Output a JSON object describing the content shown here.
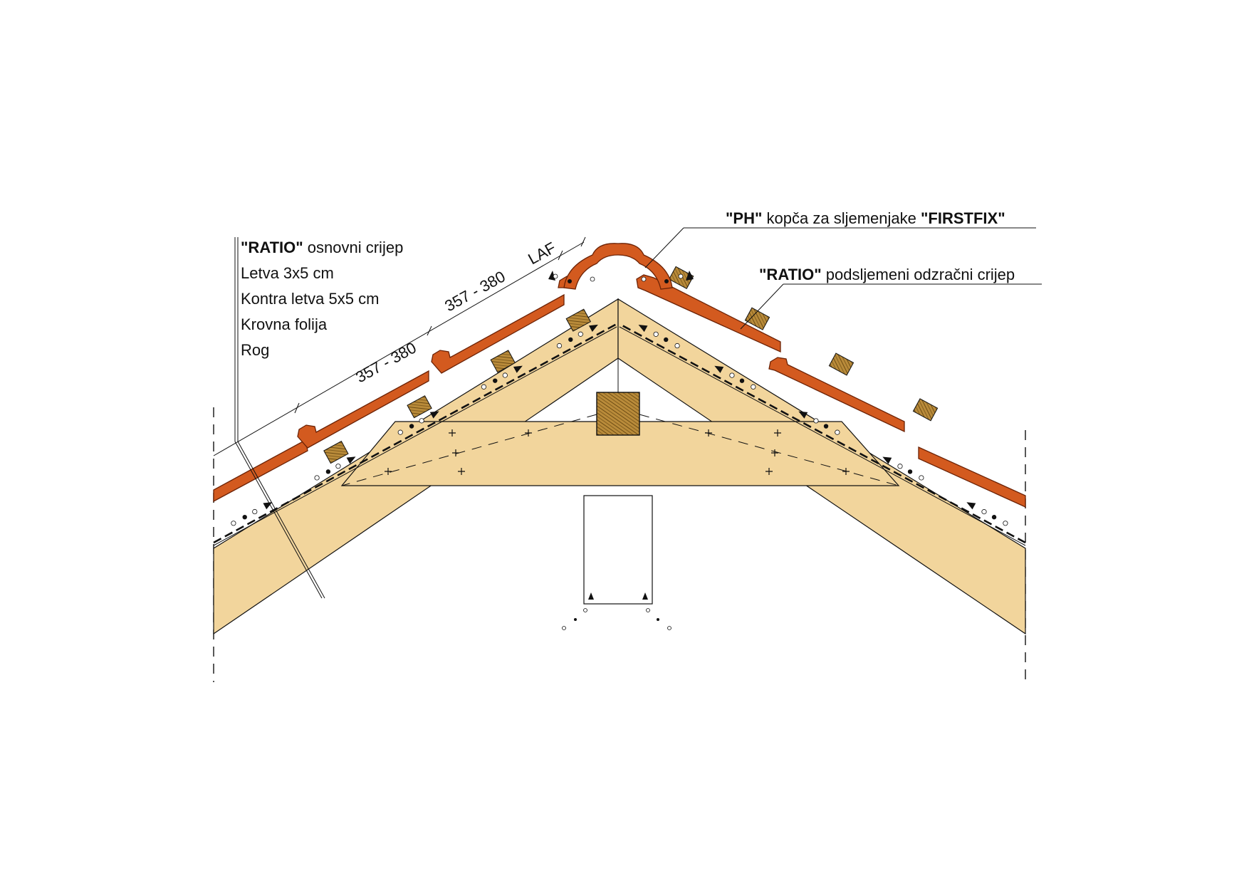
{
  "labels": {
    "left_list": {
      "tile_quote": "\"RATIO\"",
      "tile_rest": " osnovni crijep",
      "batten": "Letva 3x5 cm",
      "counter_batten": "Kontra letva 5x5 cm",
      "membrane": "Krovna folija",
      "rafter": "Rog"
    },
    "clip": {
      "q1": "\"PH\"",
      "mid": " kopča za sljemenjake ",
      "q2": "\"FIRSTFIX\""
    },
    "vent_tile": {
      "q": "\"RATIO\"",
      "rest": " podsljemeni odzračni crijep"
    }
  },
  "dimensions": {
    "lower": "357 - 380",
    "upper": "357 - 380",
    "laf": "LAF"
  },
  "colors": {
    "timber": "#f2d59c",
    "tile": "#d35a1f",
    "tile_dark": "#7a2a08",
    "batten": "#b98b3a",
    "line": "#111111"
  }
}
